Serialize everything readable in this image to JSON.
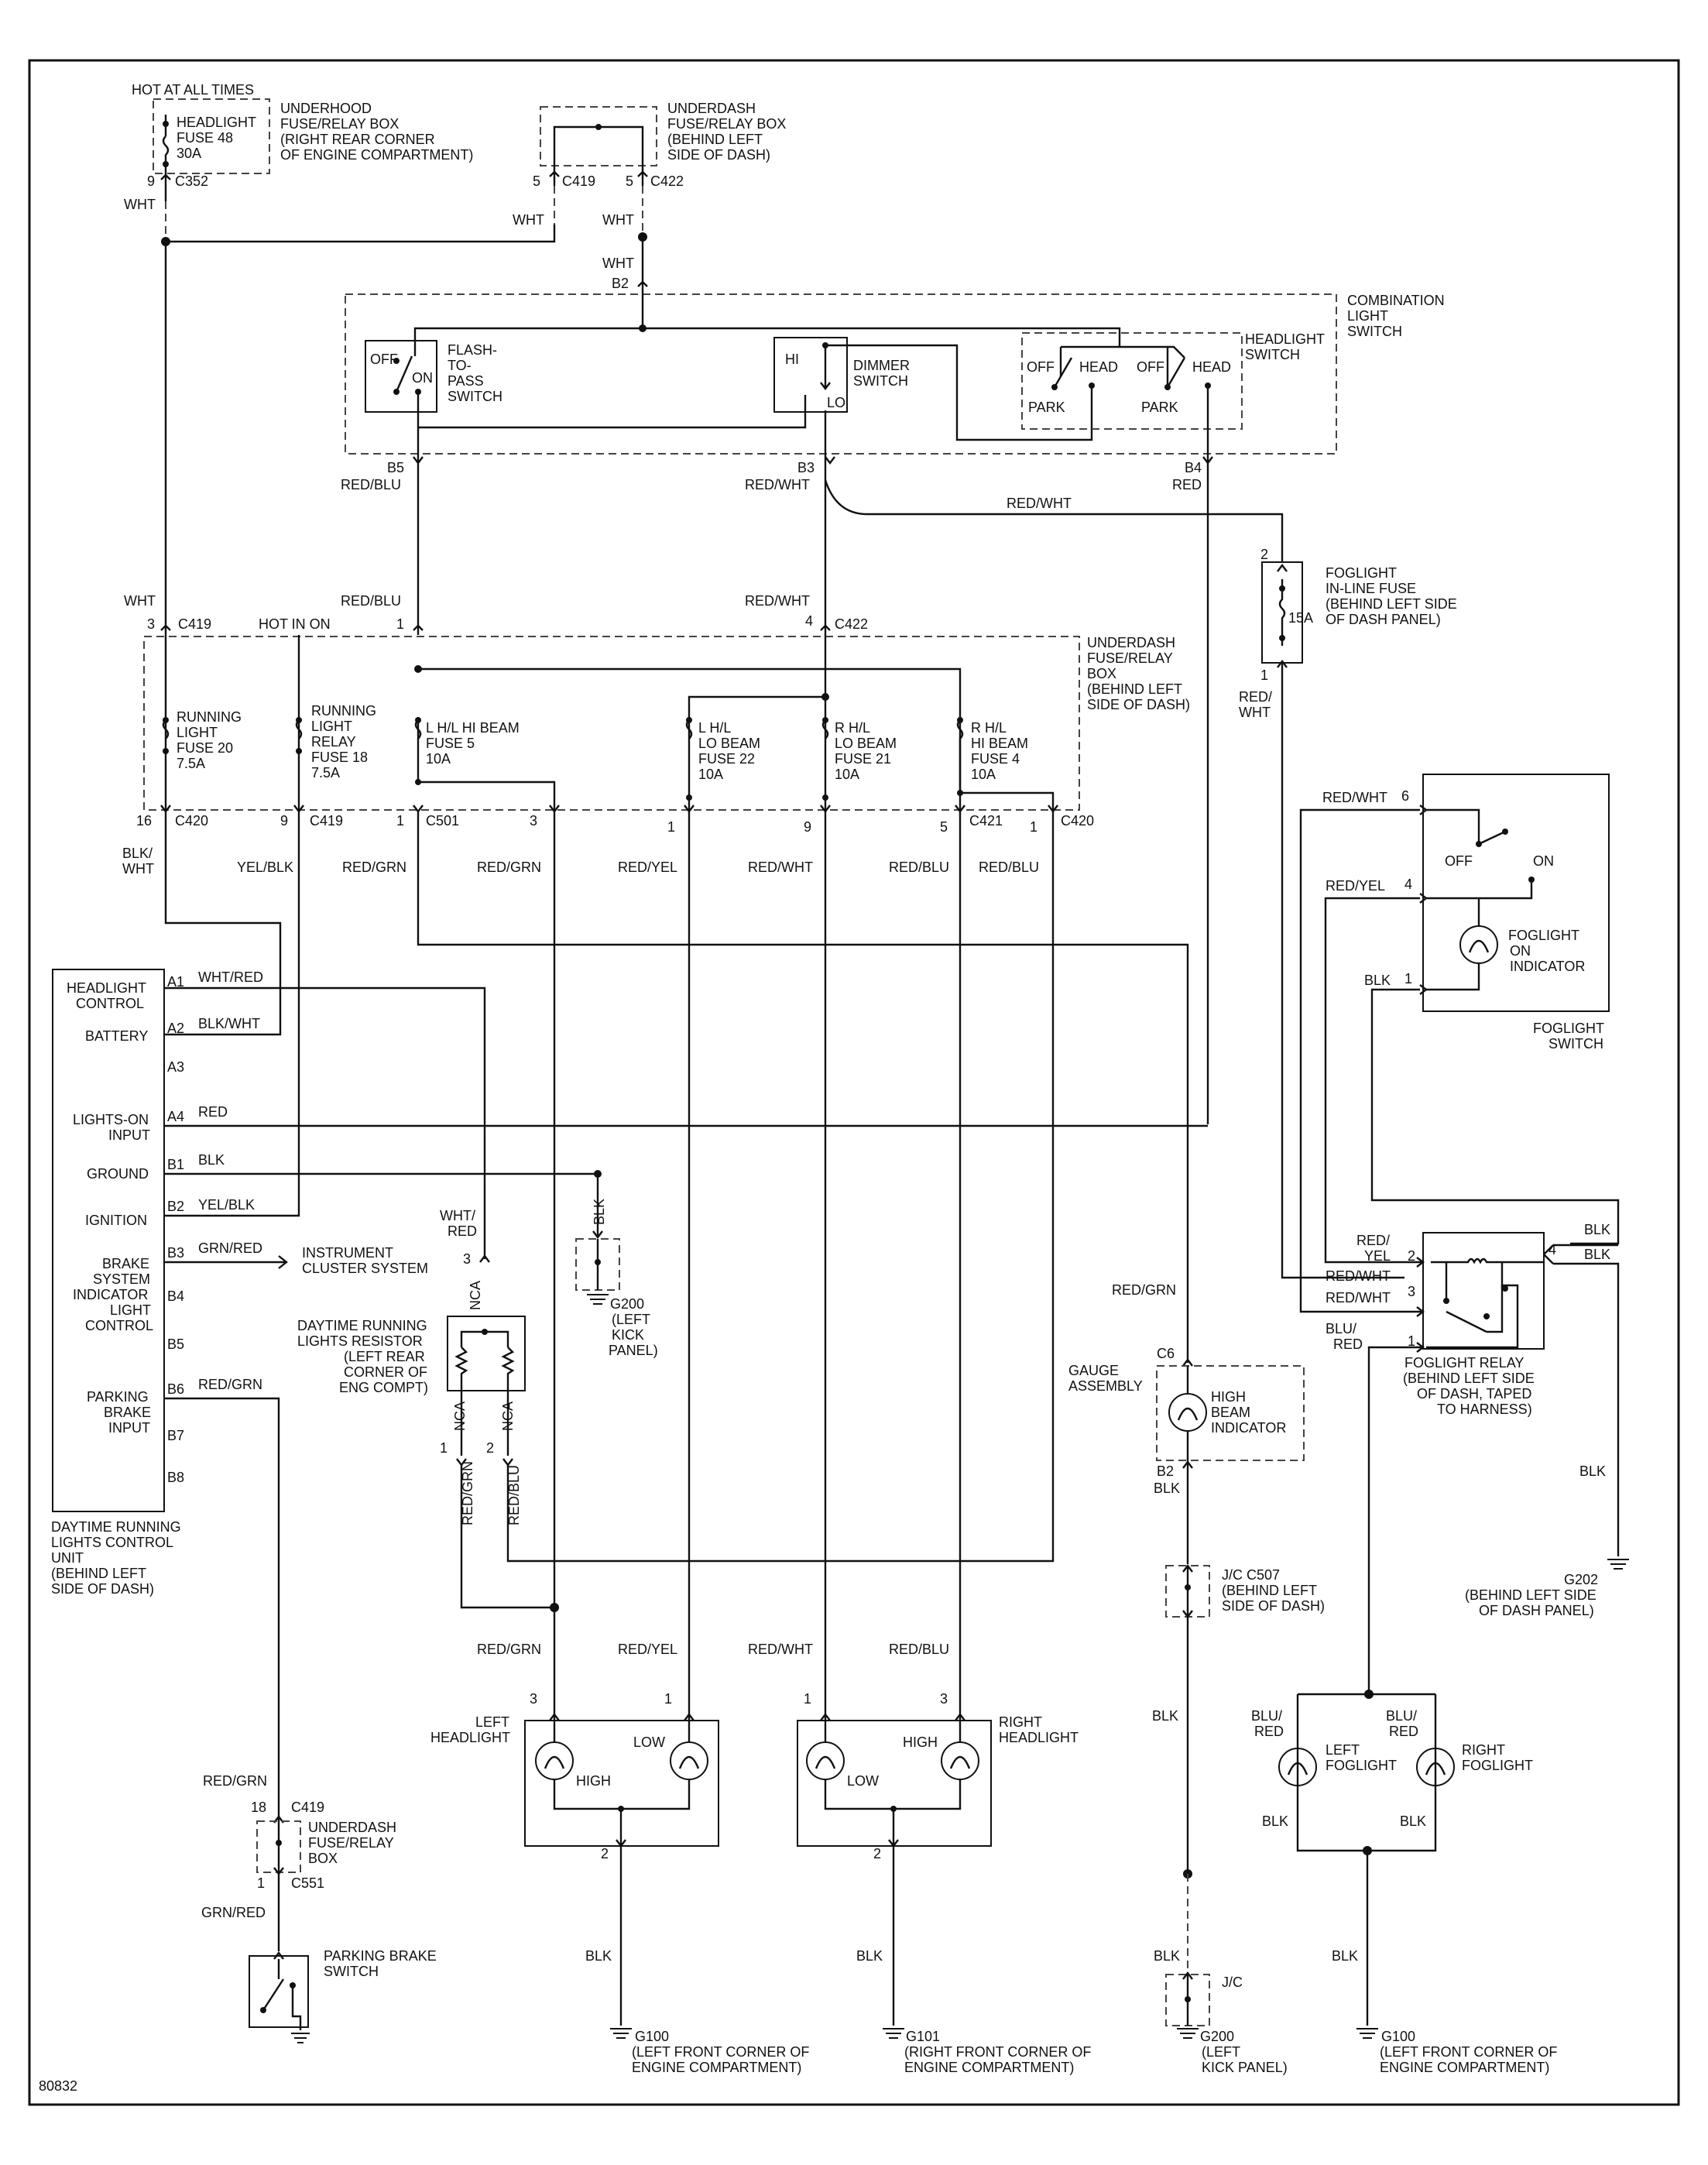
{
  "diagram_id": "80832",
  "supply": {
    "hot_at_all_times": "HOT AT ALL TIMES",
    "fuse48": [
      "HEADLIGHT",
      "FUSE 48",
      "30A"
    ],
    "underhood_box": [
      "UNDERHOOD",
      "FUSE/RELAY BOX",
      "(RIGHT REAR CORNER",
      "OF ENGINE COMPARTMENT)"
    ],
    "underdash_box_top": [
      "UNDERDASH",
      "FUSE/RELAY BOX",
      "(BEHIND LEFT",
      "SIDE OF DASH)"
    ],
    "c352": "C352",
    "c419": "C419",
    "c422": "C422",
    "pin9": "9",
    "pin5a": "5",
    "pin5b": "5",
    "wht": "WHT"
  },
  "combination_switch": {
    "title": [
      "COMBINATION",
      "LIGHT",
      "SWITCH"
    ],
    "b2": "B2",
    "flash_to_pass": [
      "FLASH-",
      "TO-",
      "PASS",
      "SWITCH"
    ],
    "off": "OFF",
    "on": "ON",
    "dimmer": [
      "DIMMER",
      "SWITCH"
    ],
    "hi": "HI",
    "lo": "LO",
    "headlight_switch": [
      "HEADLIGHT",
      "SWITCH"
    ],
    "head": "HEAD",
    "park": "PARK",
    "b5": "B5",
    "b3": "B3",
    "b4": "B4",
    "red_blu": "RED/BLU",
    "red_wht": "RED/WHT",
    "red": "RED"
  },
  "underdash_box": {
    "title": [
      "UNDERDASH",
      "FUSE/RELAY",
      "BOX",
      "(BEHIND LEFT",
      "SIDE OF DASH)"
    ],
    "hot_in_on": "HOT IN ON",
    "pin3": "3",
    "pin1": "1",
    "pin4": "4",
    "fuse20": [
      "RUNNING",
      "LIGHT",
      "FUSE 20",
      "7.5A"
    ],
    "fuse18": [
      "RUNNING",
      "LIGHT",
      "RELAY",
      "FUSE 18",
      "7.5A"
    ],
    "fuse5": [
      "L H/L HI BEAM",
      "FUSE 5",
      "10A"
    ],
    "fuse22": [
      "L H/L",
      "LO BEAM",
      "FUSE 22",
      "10A"
    ],
    "fuse21": [
      "R H/L",
      "LO BEAM",
      "FUSE 21",
      "10A"
    ],
    "fuse4": [
      "R H/L",
      "HI BEAM",
      "FUSE 4",
      "10A"
    ],
    "bottom_pins": [
      "16",
      "9",
      "1",
      "3",
      "1",
      "9",
      "5",
      "1"
    ],
    "c420": "C420",
    "c501": "C501",
    "c421": "C421",
    "blk_wht": [
      "BLK/",
      "WHT"
    ],
    "yel_blk": "YEL/BLK",
    "red_grn": "RED/GRN",
    "red_yel": "RED/YEL"
  },
  "foglight_fuse": {
    "label": [
      "FOGLIGHT",
      "IN-LINE FUSE",
      "(BEHIND LEFT SIDE",
      "OF DASH PANEL)"
    ],
    "rating": "15A",
    "pin2": "2",
    "pin1": "1",
    "red_wht": [
      "RED/",
      "WHT"
    ]
  },
  "foglight_switch": {
    "title": [
      "FOGLIGHT",
      "SWITCH"
    ],
    "off": "OFF",
    "on": "ON",
    "indicator": [
      "FOGLIGHT",
      "ON",
      "INDICATOR"
    ],
    "pins": [
      "6",
      "4",
      "1"
    ],
    "wires": [
      "RED/WHT",
      "RED/YEL",
      "BLK"
    ]
  },
  "drl_unit": {
    "pins": [
      "A1",
      "A2",
      "A3",
      "A4",
      "B1",
      "B2",
      "B3",
      "B4",
      "B5",
      "B6",
      "B7",
      "B8"
    ],
    "headlight_control": [
      "HEADLIGHT",
      "CONTROL"
    ],
    "battery": "BATTERY",
    "lights_on": [
      "LIGHTS-ON",
      "INPUT"
    ],
    "ground": "GROUND",
    "ignition": "IGNITION",
    "brake": [
      "BRAKE",
      "SYSTEM",
      "INDICATOR",
      "LIGHT",
      "CONTROL"
    ],
    "parking_brake": [
      "PARKING",
      "BRAKE",
      "INPUT"
    ],
    "wires": [
      "WHT/RED",
      "BLK/WHT",
      "RED",
      "BLK",
      "YEL/BLK",
      "GRN/RED",
      "RED/GRN"
    ],
    "instrument_cluster": [
      "INSTRUMENT",
      "CLUSTER SYSTEM"
    ],
    "caption": [
      "DAYTIME RUNNING",
      "LIGHTS CONTROL",
      "UNIT",
      "(BEHIND LEFT",
      "SIDE OF DASH)"
    ]
  },
  "g200_top": {
    "blk": "BLK",
    "label": [
      "G200",
      "(LEFT",
      "KICK",
      "PANEL)"
    ]
  },
  "drl_resistor": {
    "label": [
      "DAYTIME RUNNING",
      "LIGHTS RESISTOR",
      "(LEFT REAR",
      "CORNER OF",
      "ENG COMPT)"
    ],
    "wht_red": [
      "WHT/",
      "RED"
    ],
    "nca": "NCA",
    "pin3": "3",
    "pin1": "1",
    "pin2": "2",
    "red_grn": "RED/GRN",
    "red_blu": "RED/BLU"
  },
  "gauge": {
    "red_grn": "RED/GRN",
    "c6": "C6",
    "b2": "B2",
    "assembly": [
      "GAUGE",
      "ASSEMBLY"
    ],
    "indicator": [
      "HIGH",
      "BEAM",
      "INDICATOR"
    ],
    "blk": "BLK",
    "jc_c507": [
      "J/C C507",
      "(BEHIND LEFT",
      "SIDE OF DASH)"
    ],
    "jc": "J/C",
    "g200": [
      "G200",
      "(LEFT",
      "KICK PANEL)"
    ]
  },
  "fog_relay": {
    "label": [
      "FOGLIGHT RELAY",
      "(BEHIND LEFT SIDE",
      "OF DASH, TAPED",
      "TO HARNESS)"
    ],
    "pins": [
      "2",
      "3",
      "1",
      "4"
    ],
    "wires": [
      "RED/",
      "YEL",
      "RED/WHT",
      "RED/WHT",
      "BLU/",
      "RED",
      "BLK",
      "BLK"
    ],
    "g202": [
      "G202",
      "(BEHIND LEFT SIDE",
      "OF DASH PANEL)"
    ]
  },
  "headlights": {
    "left": [
      "LEFT",
      "HEADLIGHT"
    ],
    "right": [
      "RIGHT",
      "HEADLIGHT"
    ],
    "high": "HIGH",
    "low": "LOW",
    "pins_left": [
      "3",
      "1",
      "2"
    ],
    "pins_right": [
      "1",
      "3",
      "2"
    ],
    "wires": [
      "RED/GRN",
      "RED/YEL",
      "RED/WHT",
      "RED/BLU"
    ],
    "blk": "BLK",
    "g100": [
      "G100",
      "(LEFT FRONT CORNER OF",
      "ENGINE COMPARTMENT)"
    ],
    "g101": [
      "G101",
      "(RIGHT FRONT CORNER OF",
      "ENGINE COMPARTMENT)"
    ]
  },
  "parking_brake": {
    "red_grn": "RED/GRN",
    "grn_red": "GRN/RED",
    "c419": "C419",
    "c551": "C551",
    "pin18": "18",
    "pin1": "1",
    "underdash": [
      "UNDERDASH",
      "FUSE/RELAY",
      "BOX"
    ],
    "switch": [
      "PARKING BRAKE",
      "SWITCH"
    ]
  },
  "foglights": {
    "left": [
      "LEFT",
      "FOGLIGHT"
    ],
    "right": [
      "RIGHT",
      "FOGLIGHT"
    ],
    "blu_red": [
      "BLU/",
      "RED"
    ],
    "blk": "BLK",
    "g100": [
      "G100",
      "(LEFT FRONT CORNER OF",
      "ENGINE COMPARTMENT)"
    ]
  }
}
